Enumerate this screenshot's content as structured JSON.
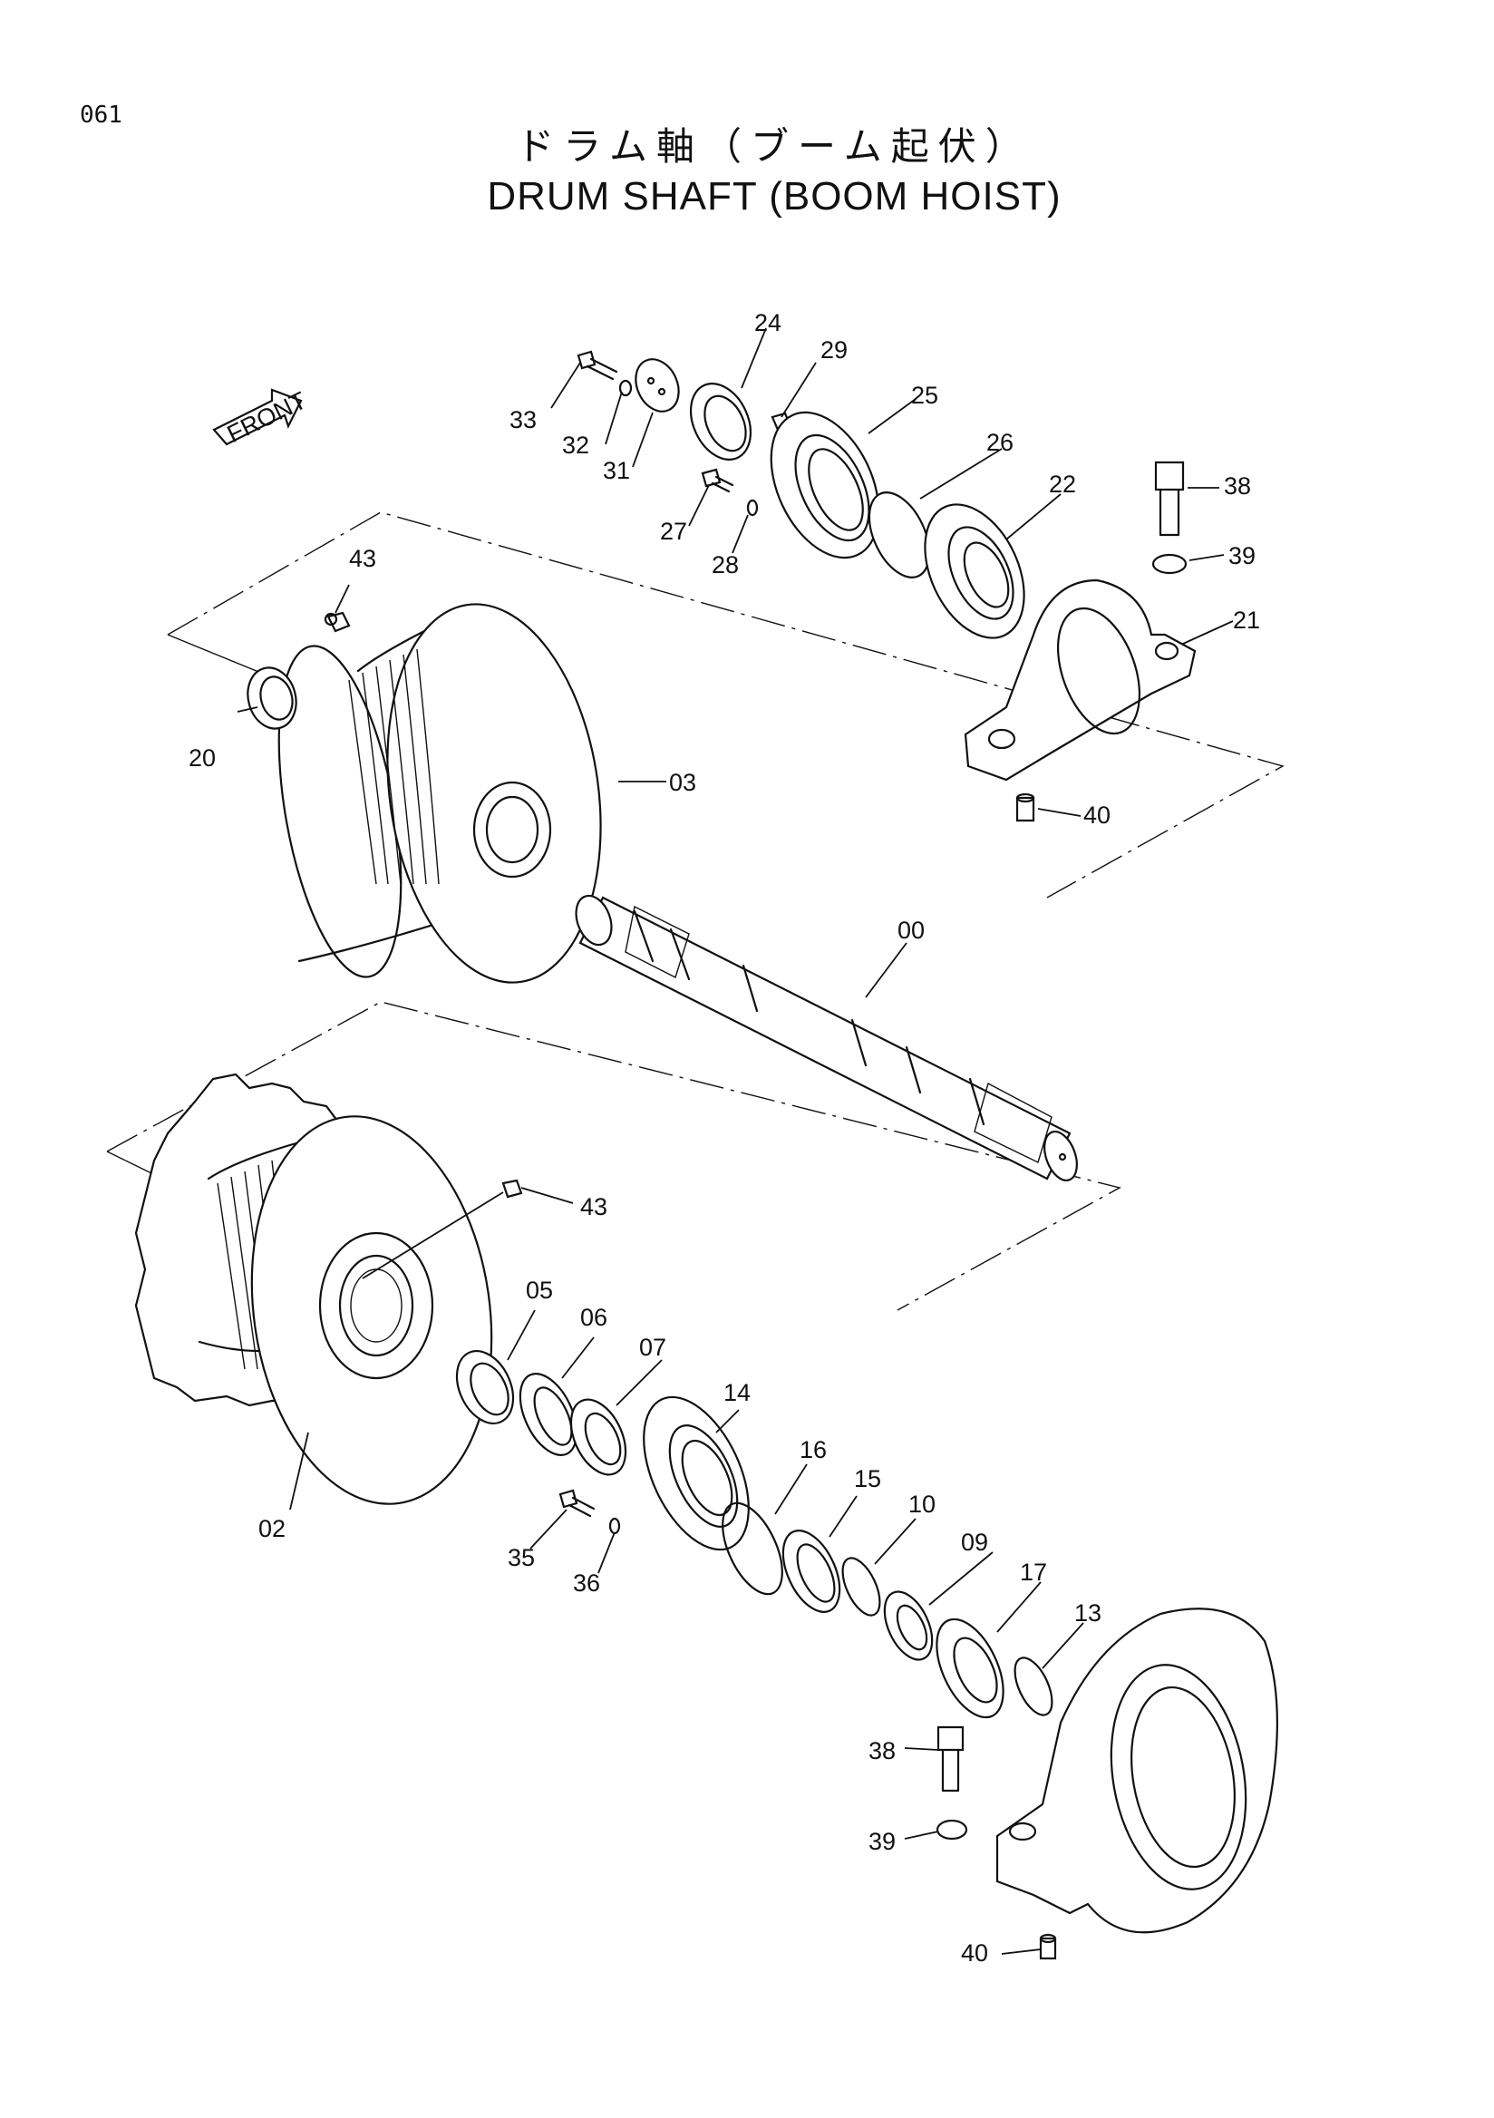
{
  "page_number": "061",
  "title_jp": "ドラム軸（ブーム起伏）",
  "title_en": "DRUM SHAFT (BOOM HOIST)",
  "front_label": "FRONT",
  "callouts": {
    "c00": "00",
    "c02": "02",
    "c03": "03",
    "c05": "05",
    "c06": "06",
    "c07": "07",
    "c09": "09",
    "c10": "10",
    "c13": "13",
    "c14": "14",
    "c15": "15",
    "c16": "16",
    "c17": "17",
    "c20": "20",
    "c21": "21",
    "c22": "22",
    "c24": "24",
    "c25": "25",
    "c26": "26",
    "c27": "27",
    "c28": "28",
    "c29": "29",
    "c31": "31",
    "c32": "32",
    "c33": "33",
    "c35": "35",
    "c36": "36",
    "c38a": "38",
    "c38b": "38",
    "c39a": "39",
    "c39b": "39",
    "c40a": "40",
    "c40b": "40",
    "c43a": "43",
    "c43b": "43"
  }
}
